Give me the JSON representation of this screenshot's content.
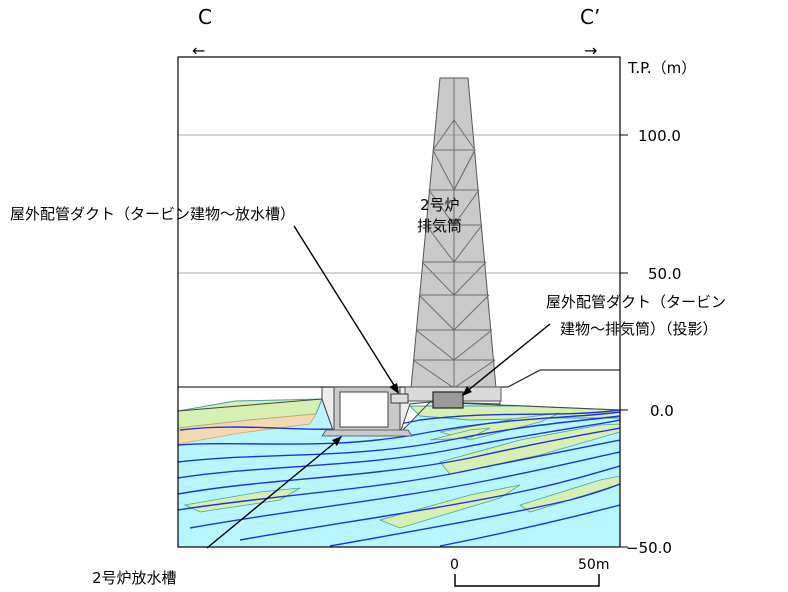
{
  "section": {
    "left_letter": "C",
    "left_arrow": "←",
    "right_letter": "C’",
    "right_arrow": "→"
  },
  "axis": {
    "unit_label": "T.P.（m）",
    "ticks": [
      "100.0",
      "50.0",
      "0.0",
      "−50.0"
    ]
  },
  "labels": {
    "duct_turbine_line1": "屋外配管ダクト（タービン建物～放水槽）",
    "stack_line1": "2号炉",
    "stack_line2": "排気筒",
    "duct_stack_line1": "屋外配管ダクト（タービン",
    "duct_stack_line2": "建物～排気筒）（投影）",
    "discharge_tank": "2号炉放水槽"
  },
  "scale": {
    "start": "0",
    "end": "50m"
  },
  "colors": {
    "water": "#b8f6ff",
    "green_layer": "#d6f0b4",
    "tan_layer": "#f4d9b0",
    "structure_gray": "#c9c9c9",
    "blue_line": "#1e34d6"
  }
}
